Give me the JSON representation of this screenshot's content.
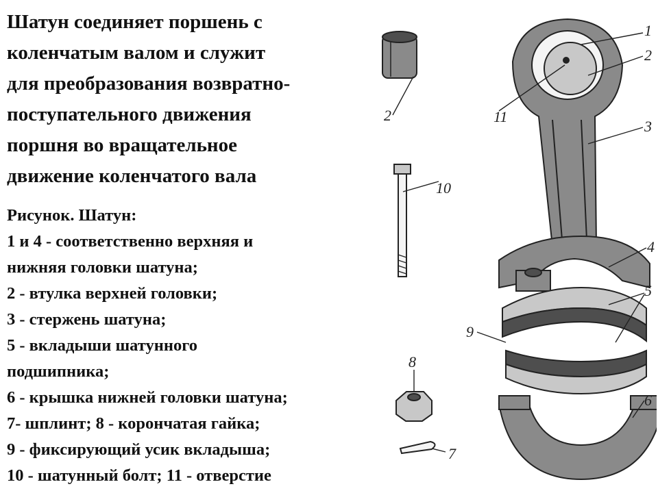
{
  "intro_text": "Шатун соединяет поршень с\nколенчатым валом и служит\nдля преобразования  возвратно-\nпоступательного движения\nпоршня во вращательное\nдвижение коленчатого вала",
  "caption": {
    "title": "Рисунок. Шатун:",
    "lines": [
      "1 и 4 - соответственно верхняя и",
      "нижняя головки шатуна;",
      "2 - втулка верхней головки;",
      "3 - стержень шатуна;",
      "5 - вкладыши шатунного",
      "подшипника;",
      "6 - крышка нижней головки шатуна;",
      "7- шплинт; 8 - корончатая гайка;",
      "9 - фиксирующий усик вкладыша;",
      "10 - шатунный болт;  11 - отверстие"
    ]
  },
  "figure": {
    "callouts": {
      "c1": "1",
      "c2_top": "2",
      "c2_left": "2",
      "c3": "3",
      "c4": "4",
      "c5": "5",
      "c6": "6",
      "c7": "7",
      "c8": "8",
      "c9": "9",
      "c10": "10",
      "c11": "11"
    }
  }
}
